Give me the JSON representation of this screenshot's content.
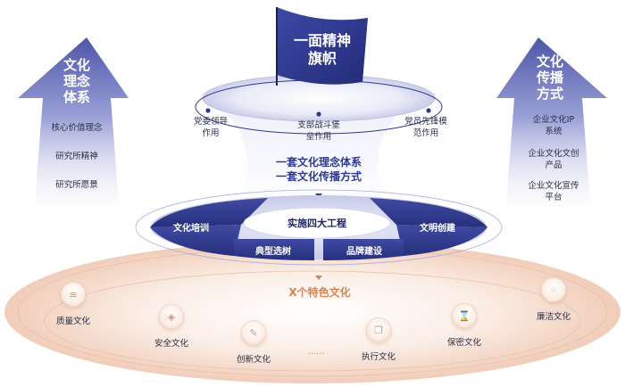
{
  "flag": {
    "line1": "一面精神",
    "line2": "旗帜"
  },
  "roles": [
    {
      "line1": "党委领导",
      "line2": "作用"
    },
    {
      "line1": "支部战斗堡",
      "line2": "垒作用"
    },
    {
      "line1": "党员先锋模",
      "line2": "范作用"
    }
  ],
  "center_title": {
    "line1": "一套文化理念体系",
    "line2": "一套文化传播方式"
  },
  "left_arrow": {
    "title": [
      "文化",
      "理念",
      "体系"
    ],
    "items": [
      "核心价值理念",
      "研究所精神",
      "研究所愿景"
    ]
  },
  "right_arrow": {
    "title": [
      "文化",
      "传播",
      "方式"
    ],
    "items": [
      {
        "line1": "企业文化IP",
        "line2": "系统"
      },
      {
        "line1": "企业文化文创",
        "line2": "产品"
      },
      {
        "line1": "企业文化宣传",
        "line2": "平台"
      }
    ]
  },
  "project": {
    "center": "实施四大工程",
    "left": "文化培训",
    "right": "文明创建",
    "bottom_left": "典型选树",
    "bottom_right": "品牌建设"
  },
  "x_culture": {
    "title": "X个特色文化",
    "items": [
      "质量文化",
      "安全文化",
      "创新文化",
      "执行文化",
      "保密文化",
      "廉洁文化"
    ],
    "ellipsis": "......"
  },
  "colors": {
    "navy": "#2f3a8f",
    "navy_light": "#6b73c4",
    "peach": "#f3d4c2",
    "accent_orange": "#e0743a"
  }
}
